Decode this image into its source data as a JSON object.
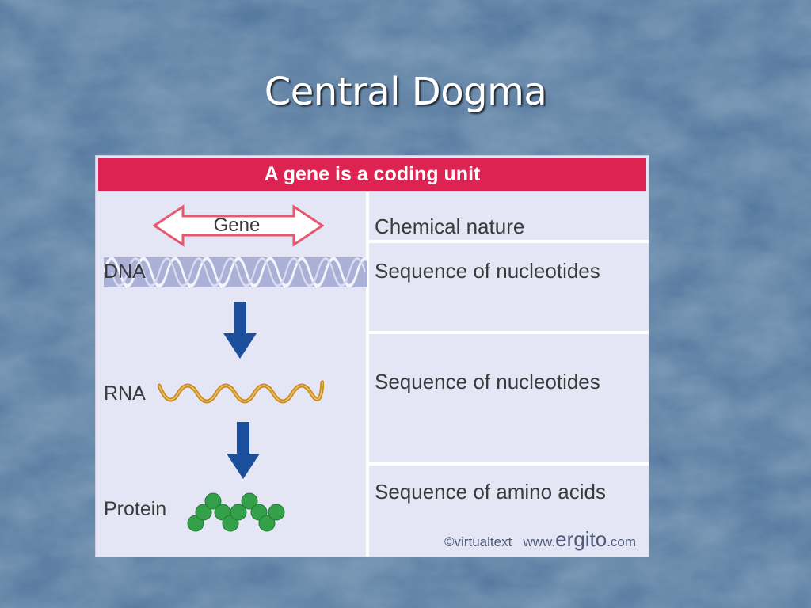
{
  "slide": {
    "title": "Central Dogma"
  },
  "figure": {
    "banner": "A gene is a coding unit",
    "gene_label": "Gene",
    "left_labels": {
      "dna": "DNA",
      "rna": "RNA",
      "protein": "Protein"
    },
    "right_column": {
      "header": "Chemical nature",
      "dna": "Sequence of nucleotides",
      "rna": "Sequence of nucleotides",
      "protein": "Sequence of amino acids"
    },
    "credit": {
      "copyright": "©virtualtext",
      "url_prefix": "www.",
      "url_brand": "ergito",
      "url_suffix": ".com"
    }
  },
  "colors": {
    "background": "#4f7398",
    "banner": "#dd2352",
    "panel": "#e4e6f6",
    "arrow": "#1b4f9c",
    "rna_strand": "#c98a1c",
    "amino_acid": "#34a04a",
    "gene_arrow_outline": "#e8566f"
  },
  "icons": [
    "gene-double-arrow-icon",
    "dna-helix-icon",
    "down-arrow-icon",
    "rna-strand-icon",
    "protein-chain-icon"
  ]
}
